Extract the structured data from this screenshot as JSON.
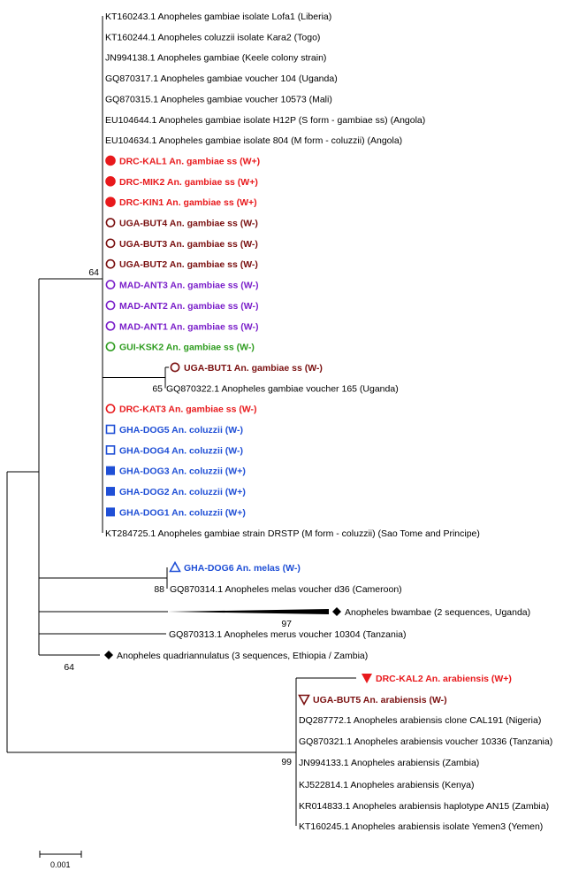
{
  "figure": {
    "colors": {
      "black": "#000000",
      "red": "#e8191c",
      "maroon": "#7a1010",
      "purple": "#7a1fc9",
      "green": "#2e9c1f",
      "blue": "#1f4fd6"
    },
    "clade_gambiae_complex_support": "64",
    "leaves": [
      {
        "text": "KT160243.1 Anopheles gambiae isolate Lofa1 (Liberia)",
        "color": "black",
        "marker": null
      },
      {
        "text": "KT160244.1 Anopheles coluzzii isolate Kara2 (Togo)",
        "color": "black",
        "marker": null
      },
      {
        "text": "JN994138.1 Anopheles gambiae (Keele colony strain)",
        "color": "black",
        "marker": null
      },
      {
        "text": "GQ870317.1 Anopheles gambiae voucher 104 (Uganda)",
        "color": "black",
        "marker": null
      },
      {
        "text": "GQ870315.1 Anopheles gambiae voucher 10573 (Mali)",
        "color": "black",
        "marker": null
      },
      {
        "text": "EU104644.1 Anopheles gambiae isolate H12P (S form - gambiae ss) (Angola)",
        "color": "black",
        "marker": null
      },
      {
        "text": "EU104634.1 Anopheles gambiae isolate 804 (M form - coluzzii) (Angola)",
        "color": "black",
        "marker": null
      },
      {
        "text": "DRC-KAL1 An. gambiae ss (W+)",
        "color": "red",
        "marker": "circle-filled"
      },
      {
        "text": "DRC-MIK2 An. gambiae ss (W+)",
        "color": "red",
        "marker": "circle-filled"
      },
      {
        "text": "DRC-KIN1 An. gambiae ss (W+)",
        "color": "red",
        "marker": "circle-filled"
      },
      {
        "text": "UGA-BUT4 An. gambiae ss (W-)",
        "color": "maroon",
        "marker": "circle-open"
      },
      {
        "text": "UGA-BUT3 An. gambiae ss (W-)",
        "color": "maroon",
        "marker": "circle-open"
      },
      {
        "text": "UGA-BUT2 An. gambiae ss (W-)",
        "color": "maroon",
        "marker": "circle-open"
      },
      {
        "text": "MAD-ANT3 An. gambiae ss (W-)",
        "color": "purple",
        "marker": "circle-open"
      },
      {
        "text": "MAD-ANT2 An. gambiae ss (W-)",
        "color": "purple",
        "marker": "circle-open"
      },
      {
        "text": "MAD-ANT1 An. gambiae ss (W-)",
        "color": "purple",
        "marker": "circle-open"
      },
      {
        "text": "GUI-KSK2 An. gambiae ss (W-)",
        "color": "green",
        "marker": "circle-open"
      }
    ],
    "subclade_uga_but1": {
      "support": "65",
      "leaves": [
        {
          "text": "UGA-BUT1 An. gambiae ss (W-)",
          "color": "maroon",
          "marker": "circle-open"
        },
        {
          "text": "GQ870322.1 Anopheles gambiae voucher 165 (Uganda)",
          "color": "black",
          "marker": null
        }
      ]
    },
    "leaves_after": [
      {
        "text": "DRC-KAT3 An. gambiae ss (W-)",
        "color": "red",
        "marker": "circle-open"
      },
      {
        "text": "GHA-DOG5 An. coluzzii (W-)",
        "color": "blue",
        "marker": "square-open"
      },
      {
        "text": "GHA-DOG4 An. coluzzii (W-)",
        "color": "blue",
        "marker": "square-open"
      },
      {
        "text": "GHA-DOG3 An. coluzzii (W+)",
        "color": "blue",
        "marker": "square-filled"
      },
      {
        "text": "GHA-DOG2 An. coluzzii (W+)",
        "color": "blue",
        "marker": "square-filled"
      },
      {
        "text": "GHA-DOG1 An. coluzzii (W+)",
        "color": "blue",
        "marker": "square-filled"
      },
      {
        "text": "KT284725.1 Anopheles gambiae strain DRSTP (M form - coluzzii) (Sao Tome and Principe)",
        "color": "black",
        "marker": null
      }
    ],
    "subclade_melas": {
      "support": "88",
      "leaves": [
        {
          "text": "GHA-DOG6 An. melas (W-)",
          "color": "blue",
          "marker": "triangle-up-open"
        },
        {
          "text": "GQ870314.1 Anopheles melas voucher d36 (Cameroon)",
          "color": "black",
          "marker": null
        }
      ]
    },
    "collapsed_bwambae": {
      "text": "Anopheles bwambae (2 sequences, Uganda)",
      "support": "97",
      "marker": "diamond-filled"
    },
    "leaf_merus": {
      "text": "GQ870313.1 Anopheles merus voucher 10304 (Tanzania)"
    },
    "collapsed_quadriannulatus": {
      "text": "Anopheles quadriannulatus (3 sequences, Ethiopia / Zambia)",
      "support": "64",
      "marker": "diamond-filled"
    },
    "clade_arabiensis": {
      "support": "99",
      "leaves": [
        {
          "text": "DRC-KAL2 An. arabiensis (W+)",
          "color": "red",
          "marker": "triangle-down-filled"
        },
        {
          "text": "UGA-BUT5 An. arabiensis (W-)",
          "color": "maroon",
          "marker": "triangle-down-open"
        },
        {
          "text": "DQ287772.1 Anopheles arabiensis clone CAL191 (Nigeria)",
          "color": "black",
          "marker": null
        },
        {
          "text": "GQ870321.1 Anopheles arabiensis voucher 10336 (Tanzania)",
          "color": "black",
          "marker": null
        },
        {
          "text": "JN994133.1 Anopheles arabiensis (Zambia)",
          "color": "black",
          "marker": null
        },
        {
          "text": "KJ522814.1 Anopheles arabiensis (Kenya)",
          "color": "black",
          "marker": null
        },
        {
          "text": "KR014833.1 Anopheles arabiensis haplotype AN15 (Zambia)",
          "color": "black",
          "marker": null
        },
        {
          "text": "KT160245.1 Anopheles arabiensis isolate Yemen3 (Yemen)",
          "color": "black",
          "marker": null
        }
      ]
    },
    "scale_bar_label": "0.001"
  }
}
